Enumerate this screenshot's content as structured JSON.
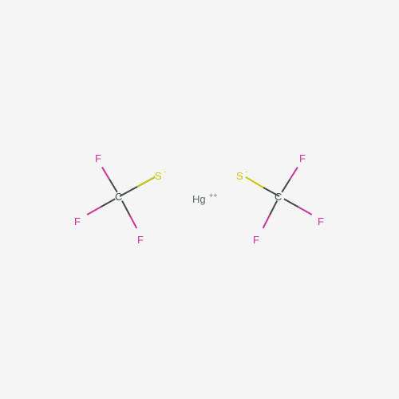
{
  "molecule": {
    "colors": {
      "background": "#f5f5f5",
      "carbon": "#3f4a4a",
      "fluorine": "#cc3399",
      "sulfur": "#c8c800",
      "mercury": "#5a6a6a"
    },
    "fragments": [
      {
        "carbon": {
          "symbol": "C"
        },
        "sulfur": {
          "symbol": "S",
          "charge": "-"
        },
        "fluorines": [
          {
            "symbol": "F"
          },
          {
            "symbol": "F"
          },
          {
            "symbol": "F"
          }
        ]
      },
      {
        "carbon": {
          "symbol": "C"
        },
        "sulfur": {
          "symbol": "S",
          "charge": "-"
        },
        "fluorines": [
          {
            "symbol": "F"
          },
          {
            "symbol": "F"
          },
          {
            "symbol": "F"
          }
        ]
      }
    ],
    "metal": {
      "symbol": "Hg",
      "charge": "++"
    }
  }
}
